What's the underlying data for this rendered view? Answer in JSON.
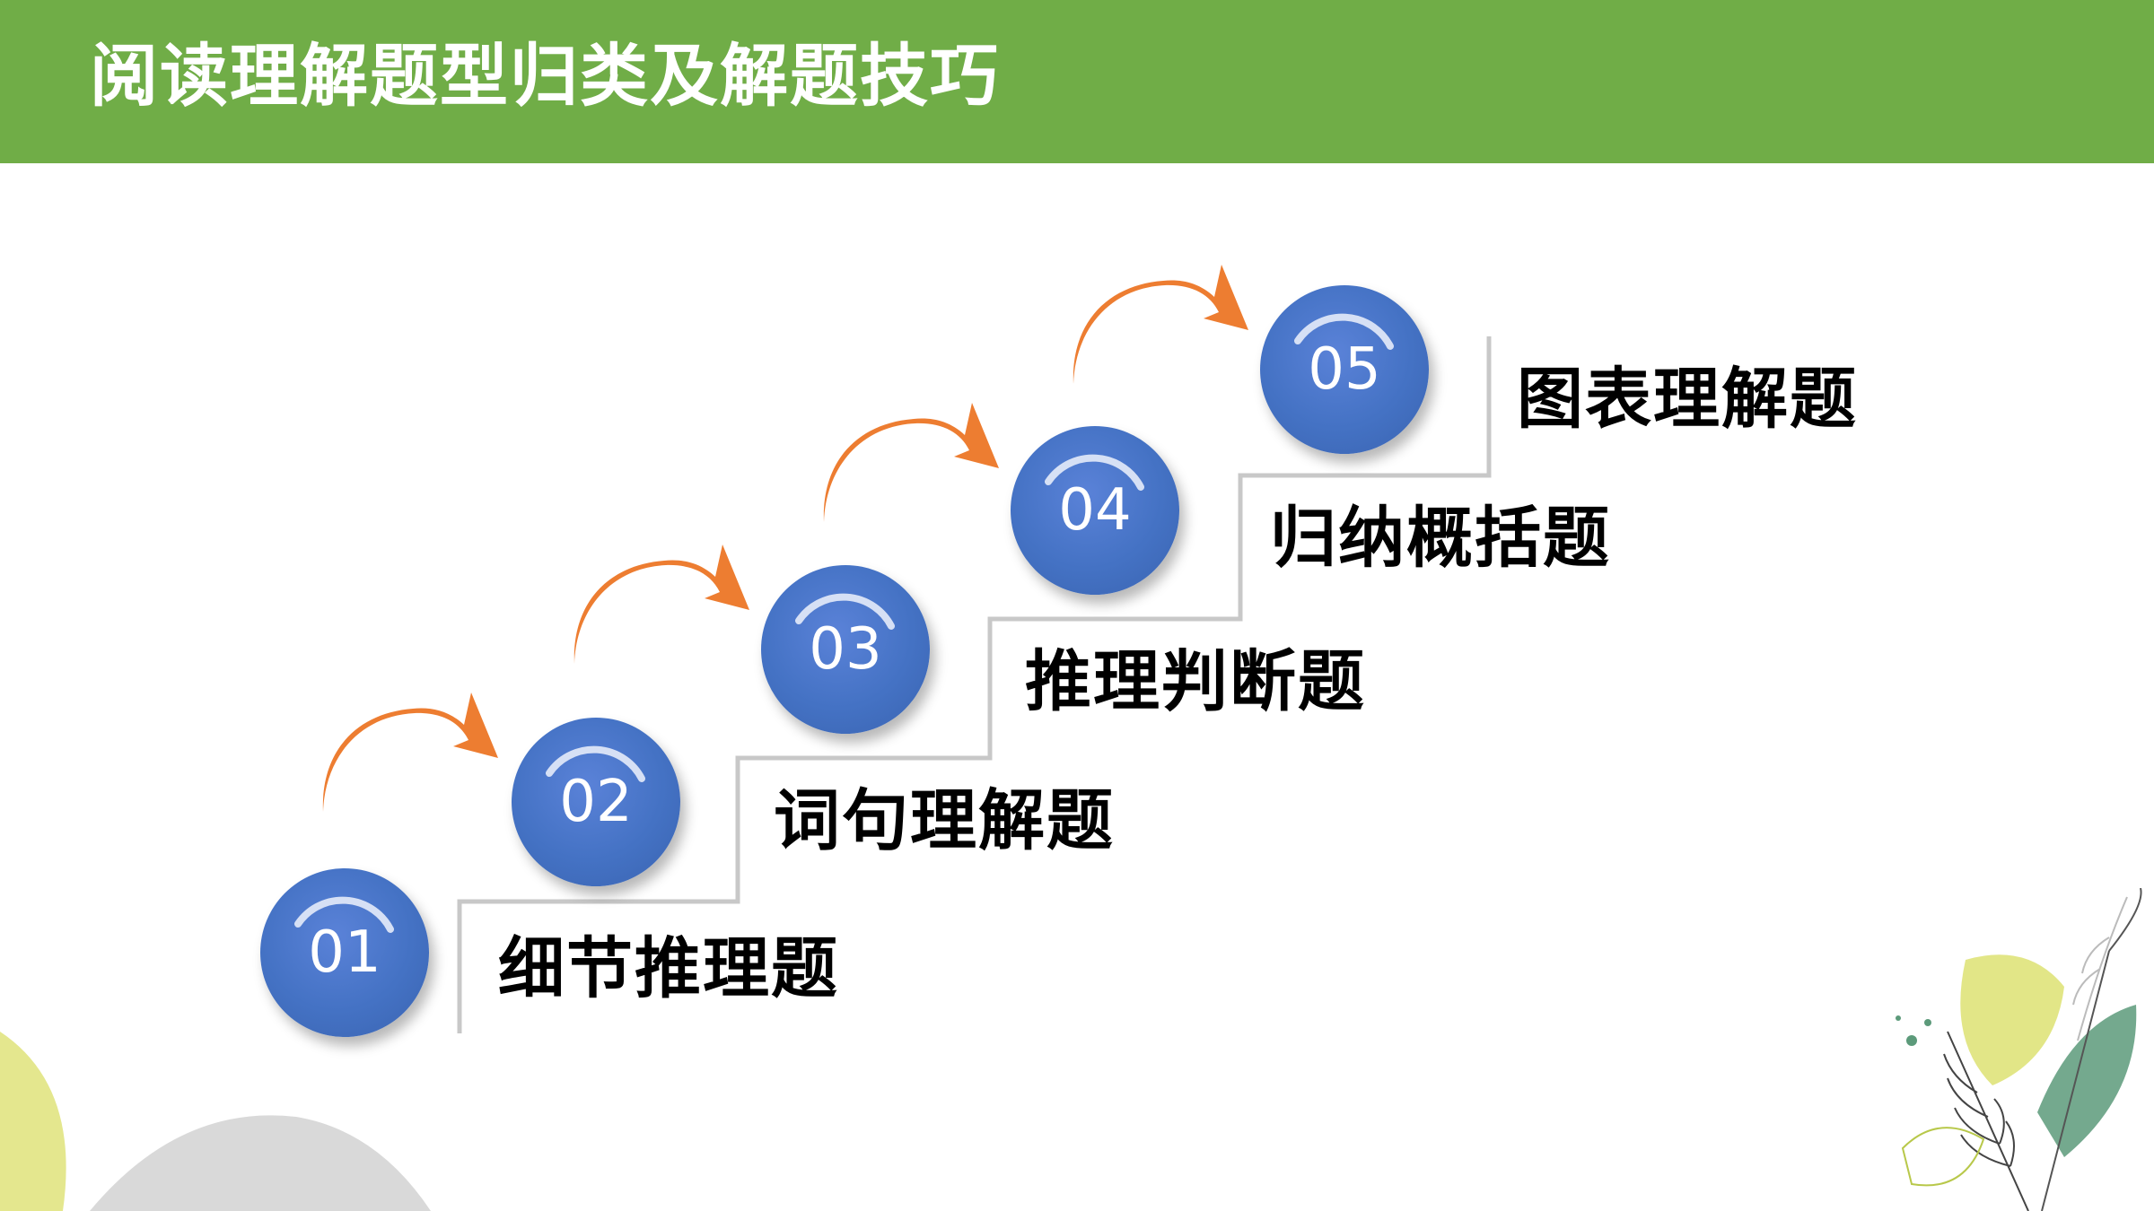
{
  "header": {
    "title": "阅读理解题型归类及解题技巧"
  },
  "steps": [
    {
      "number": "01",
      "label": "细节推理题"
    },
    {
      "number": "02",
      "label": "词句理解题"
    },
    {
      "number": "03",
      "label": "推理判断题"
    },
    {
      "number": "04",
      "label": "归纳概括题"
    },
    {
      "number": "05",
      "label": "图表理解题"
    }
  ],
  "colors": {
    "header_bg": "#70ad47",
    "circle": "#4472c4",
    "arrow": "#ed7d31",
    "stair_line": "#c8c8c8",
    "leaf_yellow": "#dfe37a",
    "leaf_green": "#5c9a7a"
  }
}
